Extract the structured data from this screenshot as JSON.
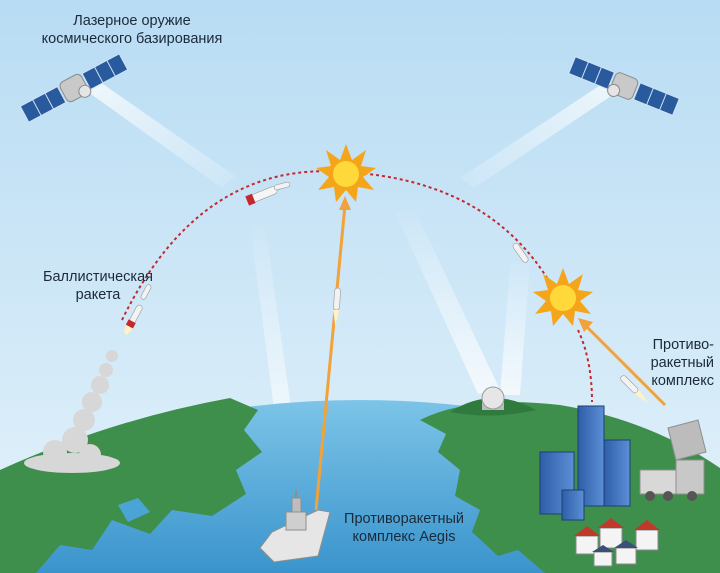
{
  "labels": {
    "space_laser": [
      "Лазерное оружие",
      "космического базирования"
    ],
    "ballistic_missile": [
      "Баллистическая",
      "ракета"
    ],
    "aegis": [
      "Противоракетный",
      "комплекс Aegis"
    ],
    "ground_defense": [
      "Противо-",
      "ракетный",
      "комплекс"
    ]
  },
  "colors": {
    "sky_top": "#b8dcf3",
    "sky_bottom": "#e2f1fa",
    "ocean": "#4aa4d6",
    "land": "#3f8f4c",
    "trajectory": "#c3282f",
    "interceptor_beam": "#f2a23a",
    "explosion": "#f7c21b",
    "laser_beam": "#dff4fb"
  },
  "icons": [
    "satellite-icon",
    "missile-icon",
    "explosion-icon",
    "ship-icon",
    "radar-dome-icon",
    "launcher-truck-icon",
    "city-icon"
  ]
}
